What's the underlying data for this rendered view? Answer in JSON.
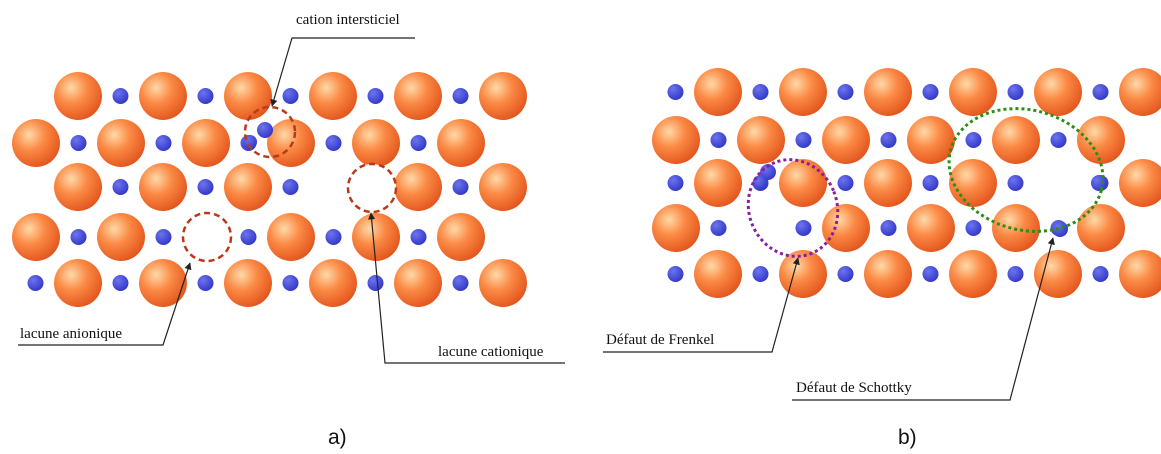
{
  "colors": {
    "anion_light": "#ffd9a8",
    "anion_mid": "#fb8a45",
    "anion_dark": "#e2541c",
    "cation": "#2f35c4",
    "cation_light": "#6d74ee",
    "vacancy_outline": "#b93a1a",
    "frenkel_outline": "#8a1da0",
    "schottky_outline": "#2a8e12",
    "leader_line": "#222222"
  },
  "panel_a": {
    "caption": "a)",
    "labels": {
      "interstitial": "cation intersticiel",
      "anion_vacancy": "lacune anionique",
      "cation_vacancy": "lacune cationique"
    }
  },
  "panel_b": {
    "caption": "b)",
    "labels": {
      "frenkel": "Défaut de Frenkel",
      "schottky": "Défaut de Schottky"
    }
  }
}
